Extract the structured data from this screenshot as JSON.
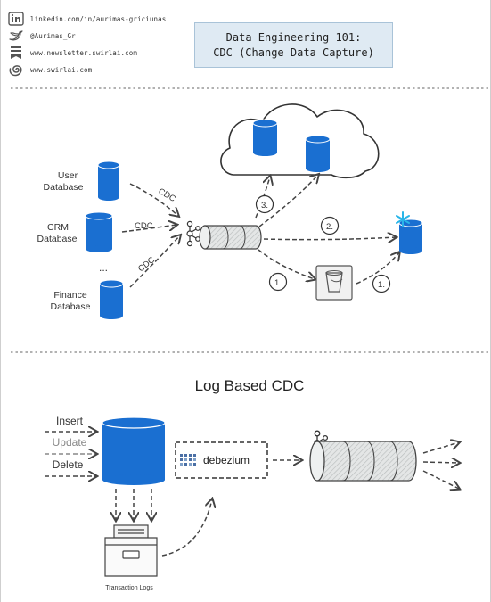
{
  "header": {
    "links": [
      {
        "icon": "linkedin-icon",
        "text": "linkedin.com/in/aurimas-griciunas"
      },
      {
        "icon": "twitter-icon",
        "text": "@Aurimas_Gr"
      },
      {
        "icon": "substack-icon",
        "text": "www.newsletter.swirlai.com"
      },
      {
        "icon": "swirl-icon",
        "text": "www.swirlai.com"
      }
    ],
    "title_line1": "Data Engineering 101:",
    "title_line2": "CDC (Change Data Capture)"
  },
  "top_diagram": {
    "sources": [
      {
        "label_line1": "User",
        "label_line2": "Database",
        "edge": "CDC"
      },
      {
        "label_line1": "CRM",
        "label_line2": "Database",
        "edge": "CDC"
      },
      {
        "label_line1": "Finance",
        "label_line2": "Database",
        "edge": "CDC"
      }
    ],
    "ellipsis": "...",
    "steps": [
      "3.",
      "2.",
      "1.",
      "1."
    ]
  },
  "bottom_diagram": {
    "heading": "Log Based CDC",
    "operations": [
      "Insert",
      "Update",
      "Delete"
    ],
    "connector": "debezium",
    "log_caption": "Transaction Logs"
  },
  "colors": {
    "db_blue": "#1a6fd1",
    "title_bg": "#dfeaf3",
    "snowflake": "#29b5e8"
  }
}
